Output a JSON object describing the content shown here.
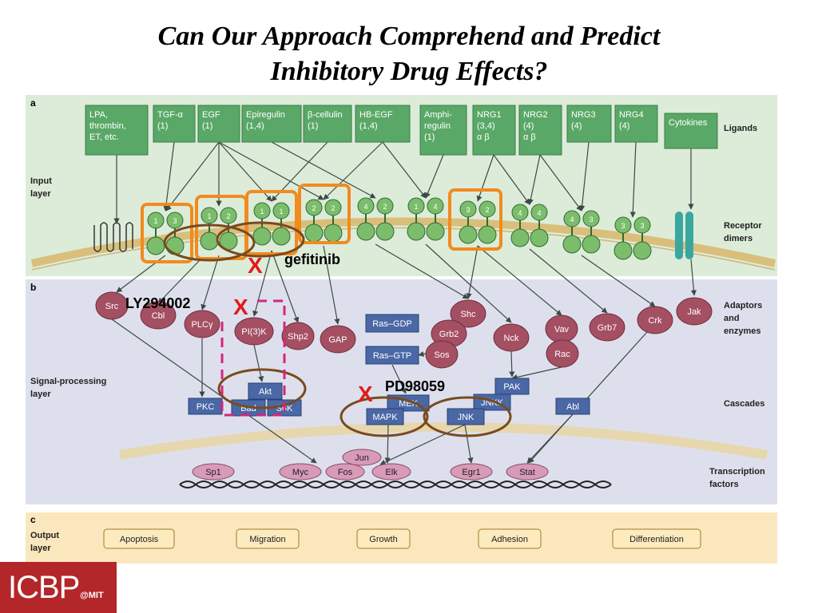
{
  "title": {
    "line1": "Can Our Approach Comprehend and Predict",
    "line2": "Inhibitory Drug Effects?"
  },
  "panels": {
    "a": "a",
    "b": "b",
    "c": "c"
  },
  "layers": {
    "input": [
      "Input",
      "layer"
    ],
    "signal": [
      "Signal-processing",
      "layer"
    ],
    "output": [
      "Output",
      "layer"
    ]
  },
  "right_labels": {
    "ligands": [
      "Ligands"
    ],
    "receptor": [
      "Receptor",
      "dimers"
    ],
    "adaptors": [
      "Adaptors",
      "and",
      "enzymes"
    ],
    "cascades": [
      "Cascades"
    ],
    "tf": [
      "Transcription",
      "factors"
    ]
  },
  "ligands": [
    {
      "lines": [
        "LPA,",
        "thrombin,",
        "ET, etc."
      ]
    },
    {
      "lines": [
        "TGF-α",
        "(1)"
      ]
    },
    {
      "lines": [
        "EGF",
        "(1)"
      ]
    },
    {
      "lines": [
        "Epiregulin",
        "(1,4)"
      ]
    },
    {
      "lines": [
        "β-cellulin",
        "(1)"
      ]
    },
    {
      "lines": [
        "HB-EGF",
        "(1,4)"
      ]
    },
    {
      "lines": [
        "Amphi-",
        "regulin",
        "(1)"
      ]
    },
    {
      "lines": [
        "NRG1",
        "(3,4)",
        "α   β"
      ]
    },
    {
      "lines": [
        "NRG2",
        "(4)",
        "α   β"
      ]
    },
    {
      "lines": [
        "NRG3",
        "(4)"
      ]
    },
    {
      "lines": [
        "NRG4",
        "(4)"
      ]
    },
    {
      "lines": [
        "Cytokines"
      ]
    }
  ],
  "receptor_dimers": [
    [
      "1",
      "3"
    ],
    [
      "1",
      "2"
    ],
    [
      "1",
      "1"
    ],
    [
      "2",
      "2"
    ],
    [
      "4",
      "2"
    ],
    [
      "1",
      "4"
    ],
    [
      "3",
      "2"
    ],
    [
      "4",
      "4"
    ],
    [
      "4",
      "3"
    ],
    [
      "3",
      "3"
    ]
  ],
  "adaptors": [
    "Src",
    "Cbl",
    "PLCγ",
    "PI(3)K",
    "Shp2",
    "GAP",
    "Shc",
    "Grb2",
    "Sos",
    "Nck",
    "Vav",
    "Rac",
    "Grb7",
    "Crk",
    "Jak"
  ],
  "ras": [
    "Ras–GDP",
    "Ras–GTP"
  ],
  "cascades": [
    "PKC",
    "Akt",
    "Bad",
    "S6K",
    "MEK",
    "MAPK",
    "PAK",
    "JNKK",
    "JNK",
    "Abl"
  ],
  "transcription_factors": [
    "Sp1",
    "Myc",
    "Fos",
    "Jun",
    "Elk",
    "Egr1",
    "Stat"
  ],
  "outputs": [
    "Apoptosis",
    "Migration",
    "Growth",
    "Adhesion",
    "Differentiation"
  ],
  "drugs": {
    "gefitinib": "gefitinib",
    "ly294002": "LY294002",
    "pd98059": "PD98059",
    "mark": "X"
  },
  "logo": {
    "main": "ICBP",
    "sub": "@MIT"
  },
  "colors": {
    "panel_a": "#dcecd9",
    "panel_b": "#dde0ec",
    "panel_c": "#fbe7bd",
    "ligand_box": "#5aa867",
    "receptor": "#7bbd6b",
    "adaptor": "#a54f63",
    "cascade": "#4a68a6",
    "tf": "#d79ab7",
    "output_box": "#fcebbf",
    "highlight_orange": "#f28a1e",
    "highlight_brown": "#7a4a1e",
    "inhibit_red": "#e21a1a",
    "dashed_magenta": "#d4247e",
    "logo_red": "#b3262a"
  }
}
